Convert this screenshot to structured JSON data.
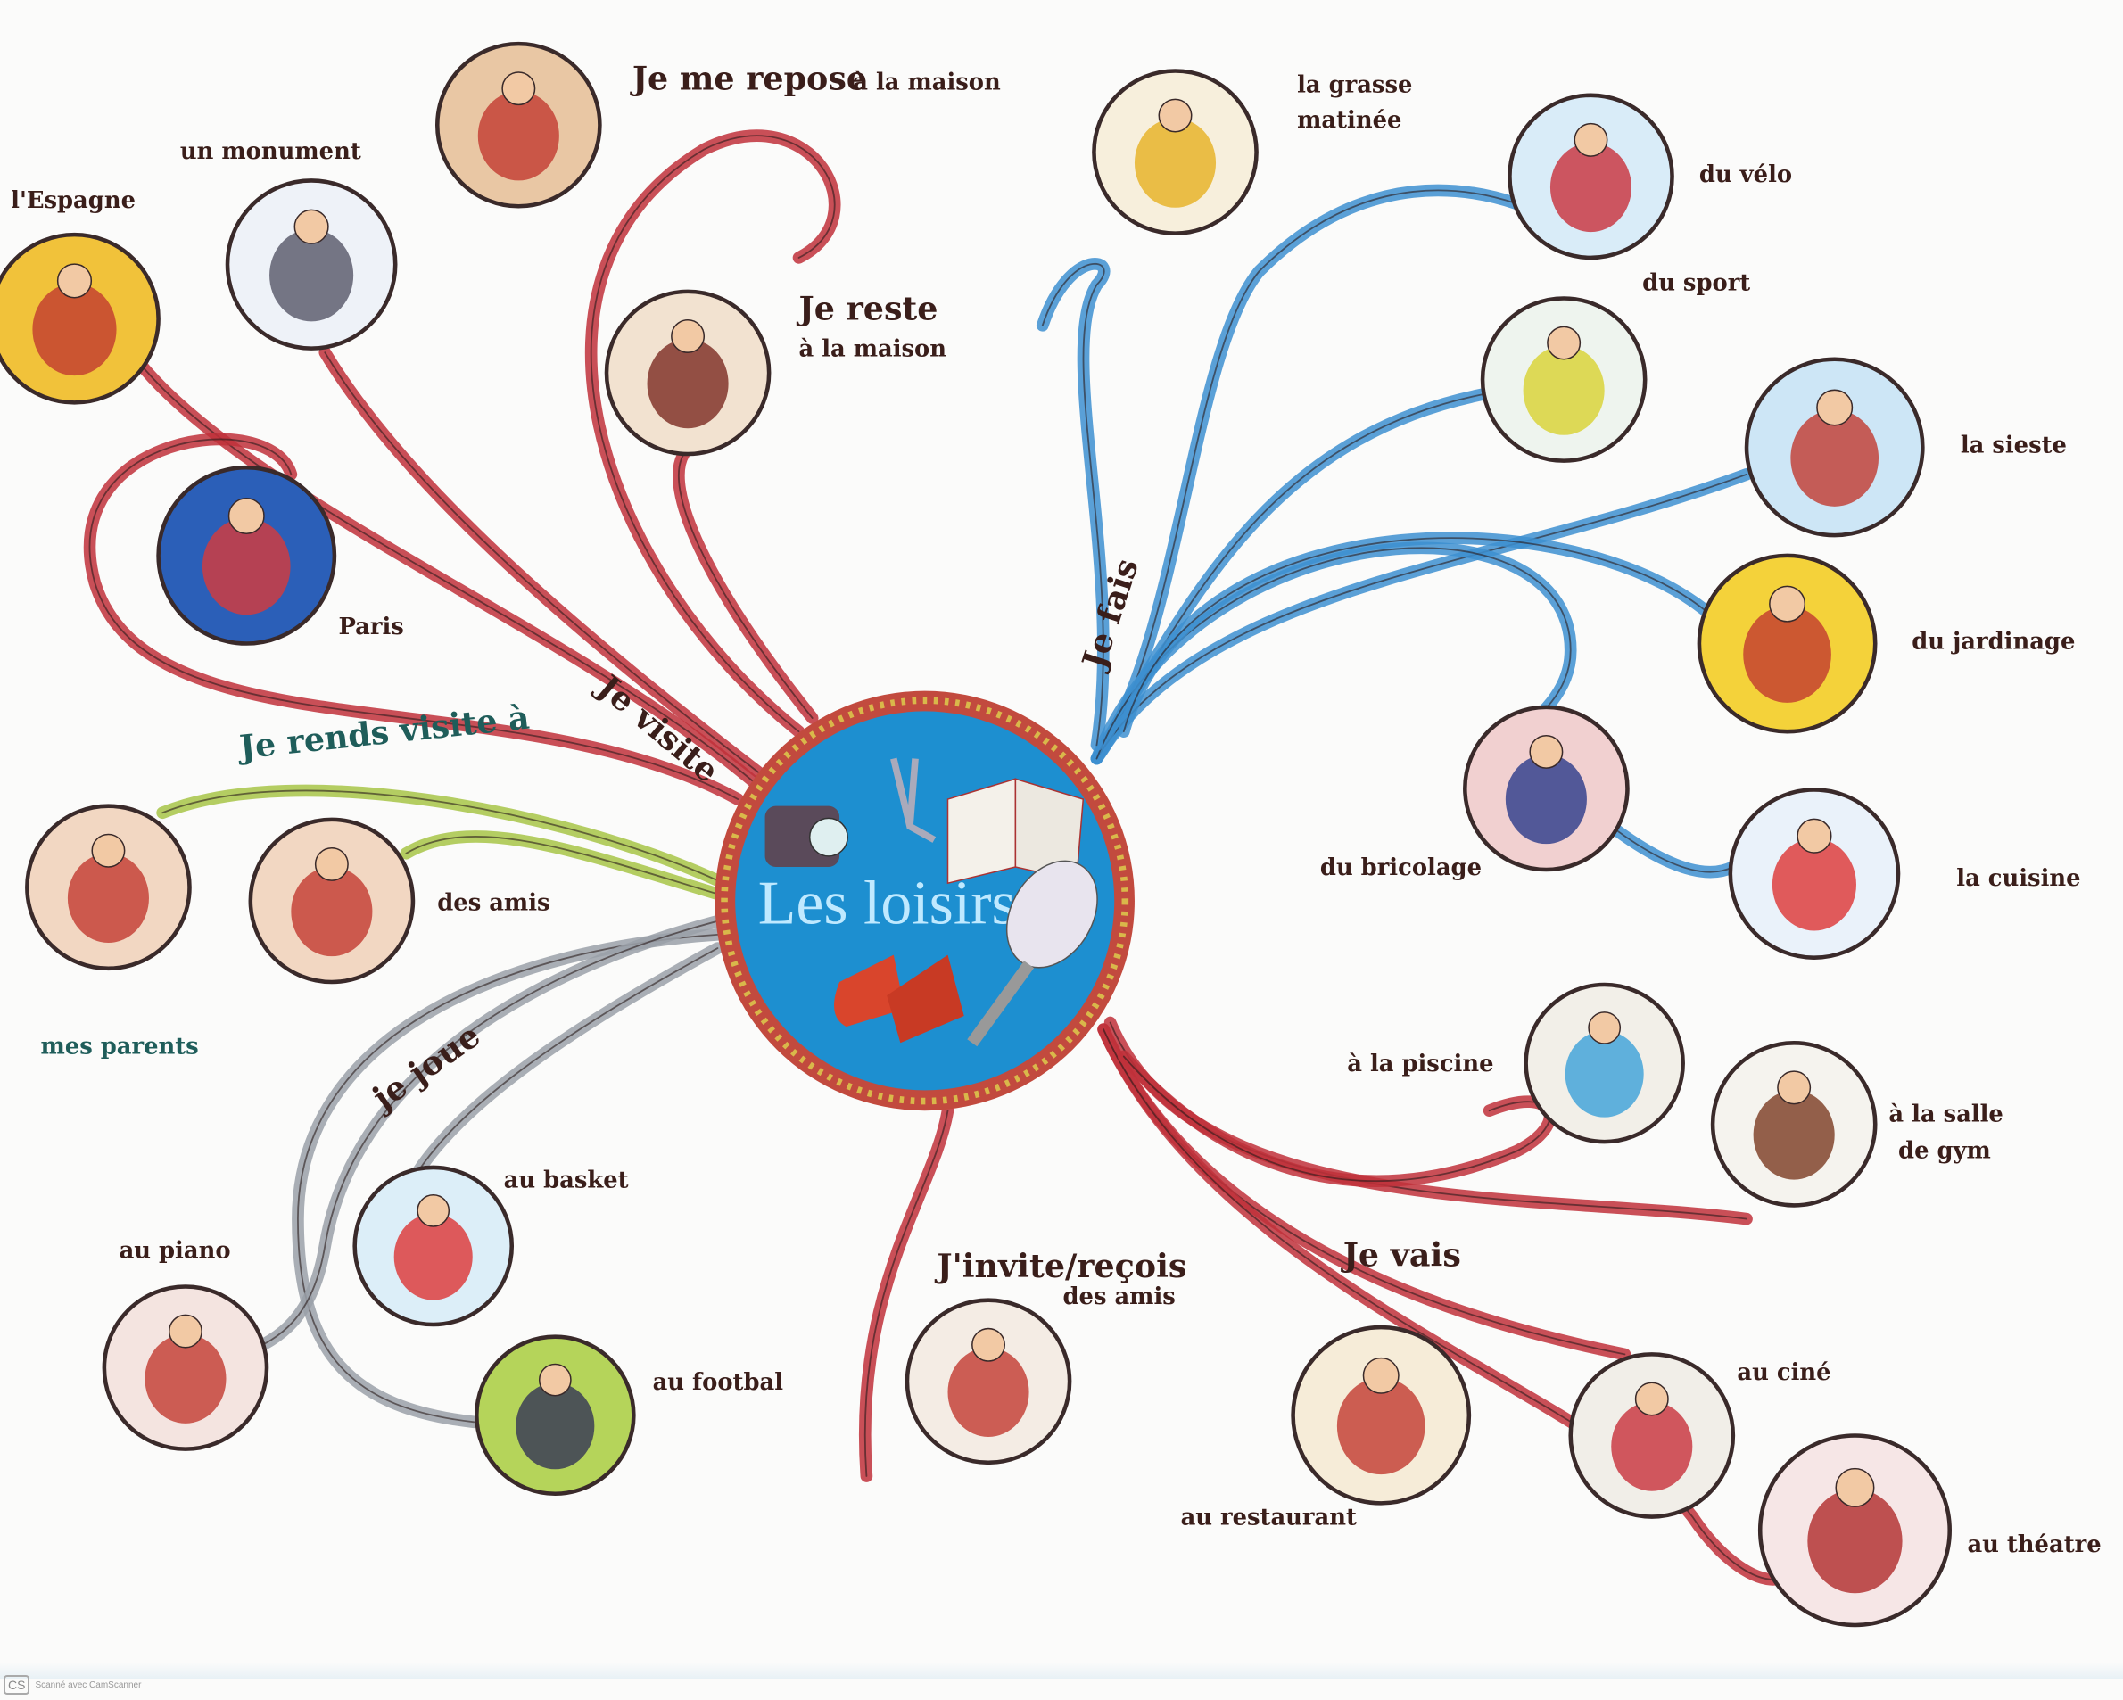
{
  "title": "Les loisirs",
  "colors": {
    "red": "#c0303a",
    "blue": "#3d8fd0",
    "green": "#9bbf3a",
    "gray": "#8a8f98",
    "center": "#1d8fd0"
  },
  "branches": {
    "visite": "Je visite",
    "rends": "Je rends visite à",
    "joue": "je joue",
    "invite": "J'invite/reçois",
    "invite_sub": "des amis",
    "vais": "Je vais",
    "fais": "Je fais",
    "repose": "Je me repose",
    "repose_sub": "à la maison",
    "reste": "Je reste",
    "reste_sub": "à la maison"
  },
  "items": {
    "monument": "un monument",
    "espagne": "l'Espagne",
    "paris": "Paris",
    "parents": "mes parents",
    "amis": "des amis",
    "basket": "au basket",
    "piano": "au piano",
    "football": "au footbal",
    "restaurant": "au restaurant",
    "cine": "au ciné",
    "theatre": "au théatre",
    "piscine": "à la piscine",
    "gym1": "à la salle",
    "gym2": "de gym",
    "bricolage": "du bricolage",
    "cuisine": "la cuisine",
    "jardinage": "du jardinage",
    "sieste": "la sieste",
    "sport": "du sport",
    "velo": "du vélo",
    "grasse1": "la grasse",
    "grasse2": "matinée"
  },
  "footer": {
    "logo": "CS",
    "text": "Scanné avec CamScanner"
  }
}
